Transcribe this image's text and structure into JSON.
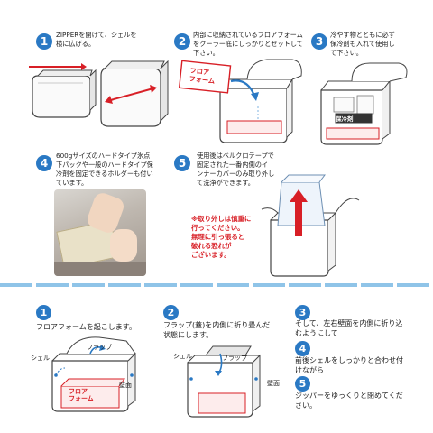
{
  "top": {
    "steps": [
      {
        "num": "1",
        "text": "ZIPPERを開けて、シェルを\n横に広げる。"
      },
      {
        "num": "2",
        "text": "内部に収納されているフロアフォーム\nをクーラー底にしっかりとセットして\n下さい。"
      },
      {
        "num": "3",
        "text": "冷やす物とともに必ず\n保冷剤も入れて使用し\nて下さい。"
      },
      {
        "num": "4",
        "text": "600gサイズのハードタイプ氷点\n下パックや一般のハードタイプ保\n冷剤を固定できるホルダーも付い\nています。"
      },
      {
        "num": "5",
        "text": "使用後はベルクロテープで\n固定された一番内側のイ\nンナーカバーのみ取り外し\nて洗浄ができます。"
      }
    ],
    "floor_form_card": "フロア\nフォーム",
    "ice_pack_label": "保冷剤",
    "warning": "※取り外しは慎重に\n行ってください。\n無理に引っ張ると\n破れる恐れが\nございます。"
  },
  "bottom": {
    "steps": [
      {
        "num": "1",
        "text": "フロアフォームを起こします。"
      },
      {
        "num": "2",
        "text": "フラップ(蓋)を内側に折り畳んだ\n状態にします。"
      },
      {
        "num": "3",
        "text": "そして、左右壁面を内側に折り込\nむようにして"
      },
      {
        "num": "4",
        "text": "前後シェルをしっかりと合わせ付\nけながら"
      },
      {
        "num": "5",
        "text": "ジッパーをゆっくりと閉めてくだ\nさい。"
      }
    ],
    "labels": {
      "flap": "フラップ",
      "shell": "シェル",
      "wall": "壁面",
      "floor_form": "フロア\nフォーム"
    }
  },
  "colors": {
    "accent_blue": "#2a79c4",
    "arrow_red": "#d81f26",
    "divider": "#8fc4e8"
  }
}
